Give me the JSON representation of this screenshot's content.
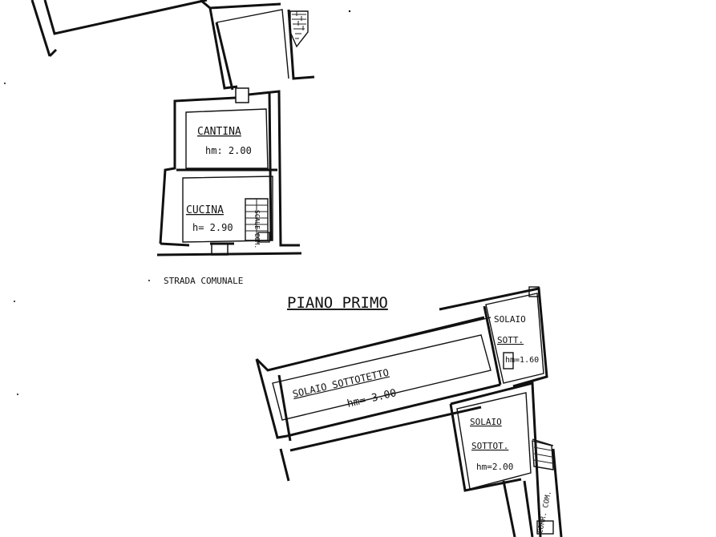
{
  "ground_floor": {
    "cantina": {
      "name": "CANTINA",
      "height": "hm: 2.00"
    },
    "cucina": {
      "name": "CUCINA",
      "height": "h= 2.90"
    },
    "stair_note": "SCALE COM.",
    "street": "STRADA COMUNALE"
  },
  "first_floor": {
    "title": "PIANO PRIMO",
    "solaio_sottotetto": {
      "name": "SOLAIO SOTTOTETTO",
      "height": "hm= 3.00"
    },
    "solaio_sott_a": {
      "name": "SOLAIO",
      "sub": "SOTT.",
      "height": "hm=1.60"
    },
    "solaio_sott_b": {
      "name": "SOLAIO",
      "sub": "SOTTOT.",
      "height": "hm=2.00"
    },
    "corridor_note": "CORR. COM."
  }
}
